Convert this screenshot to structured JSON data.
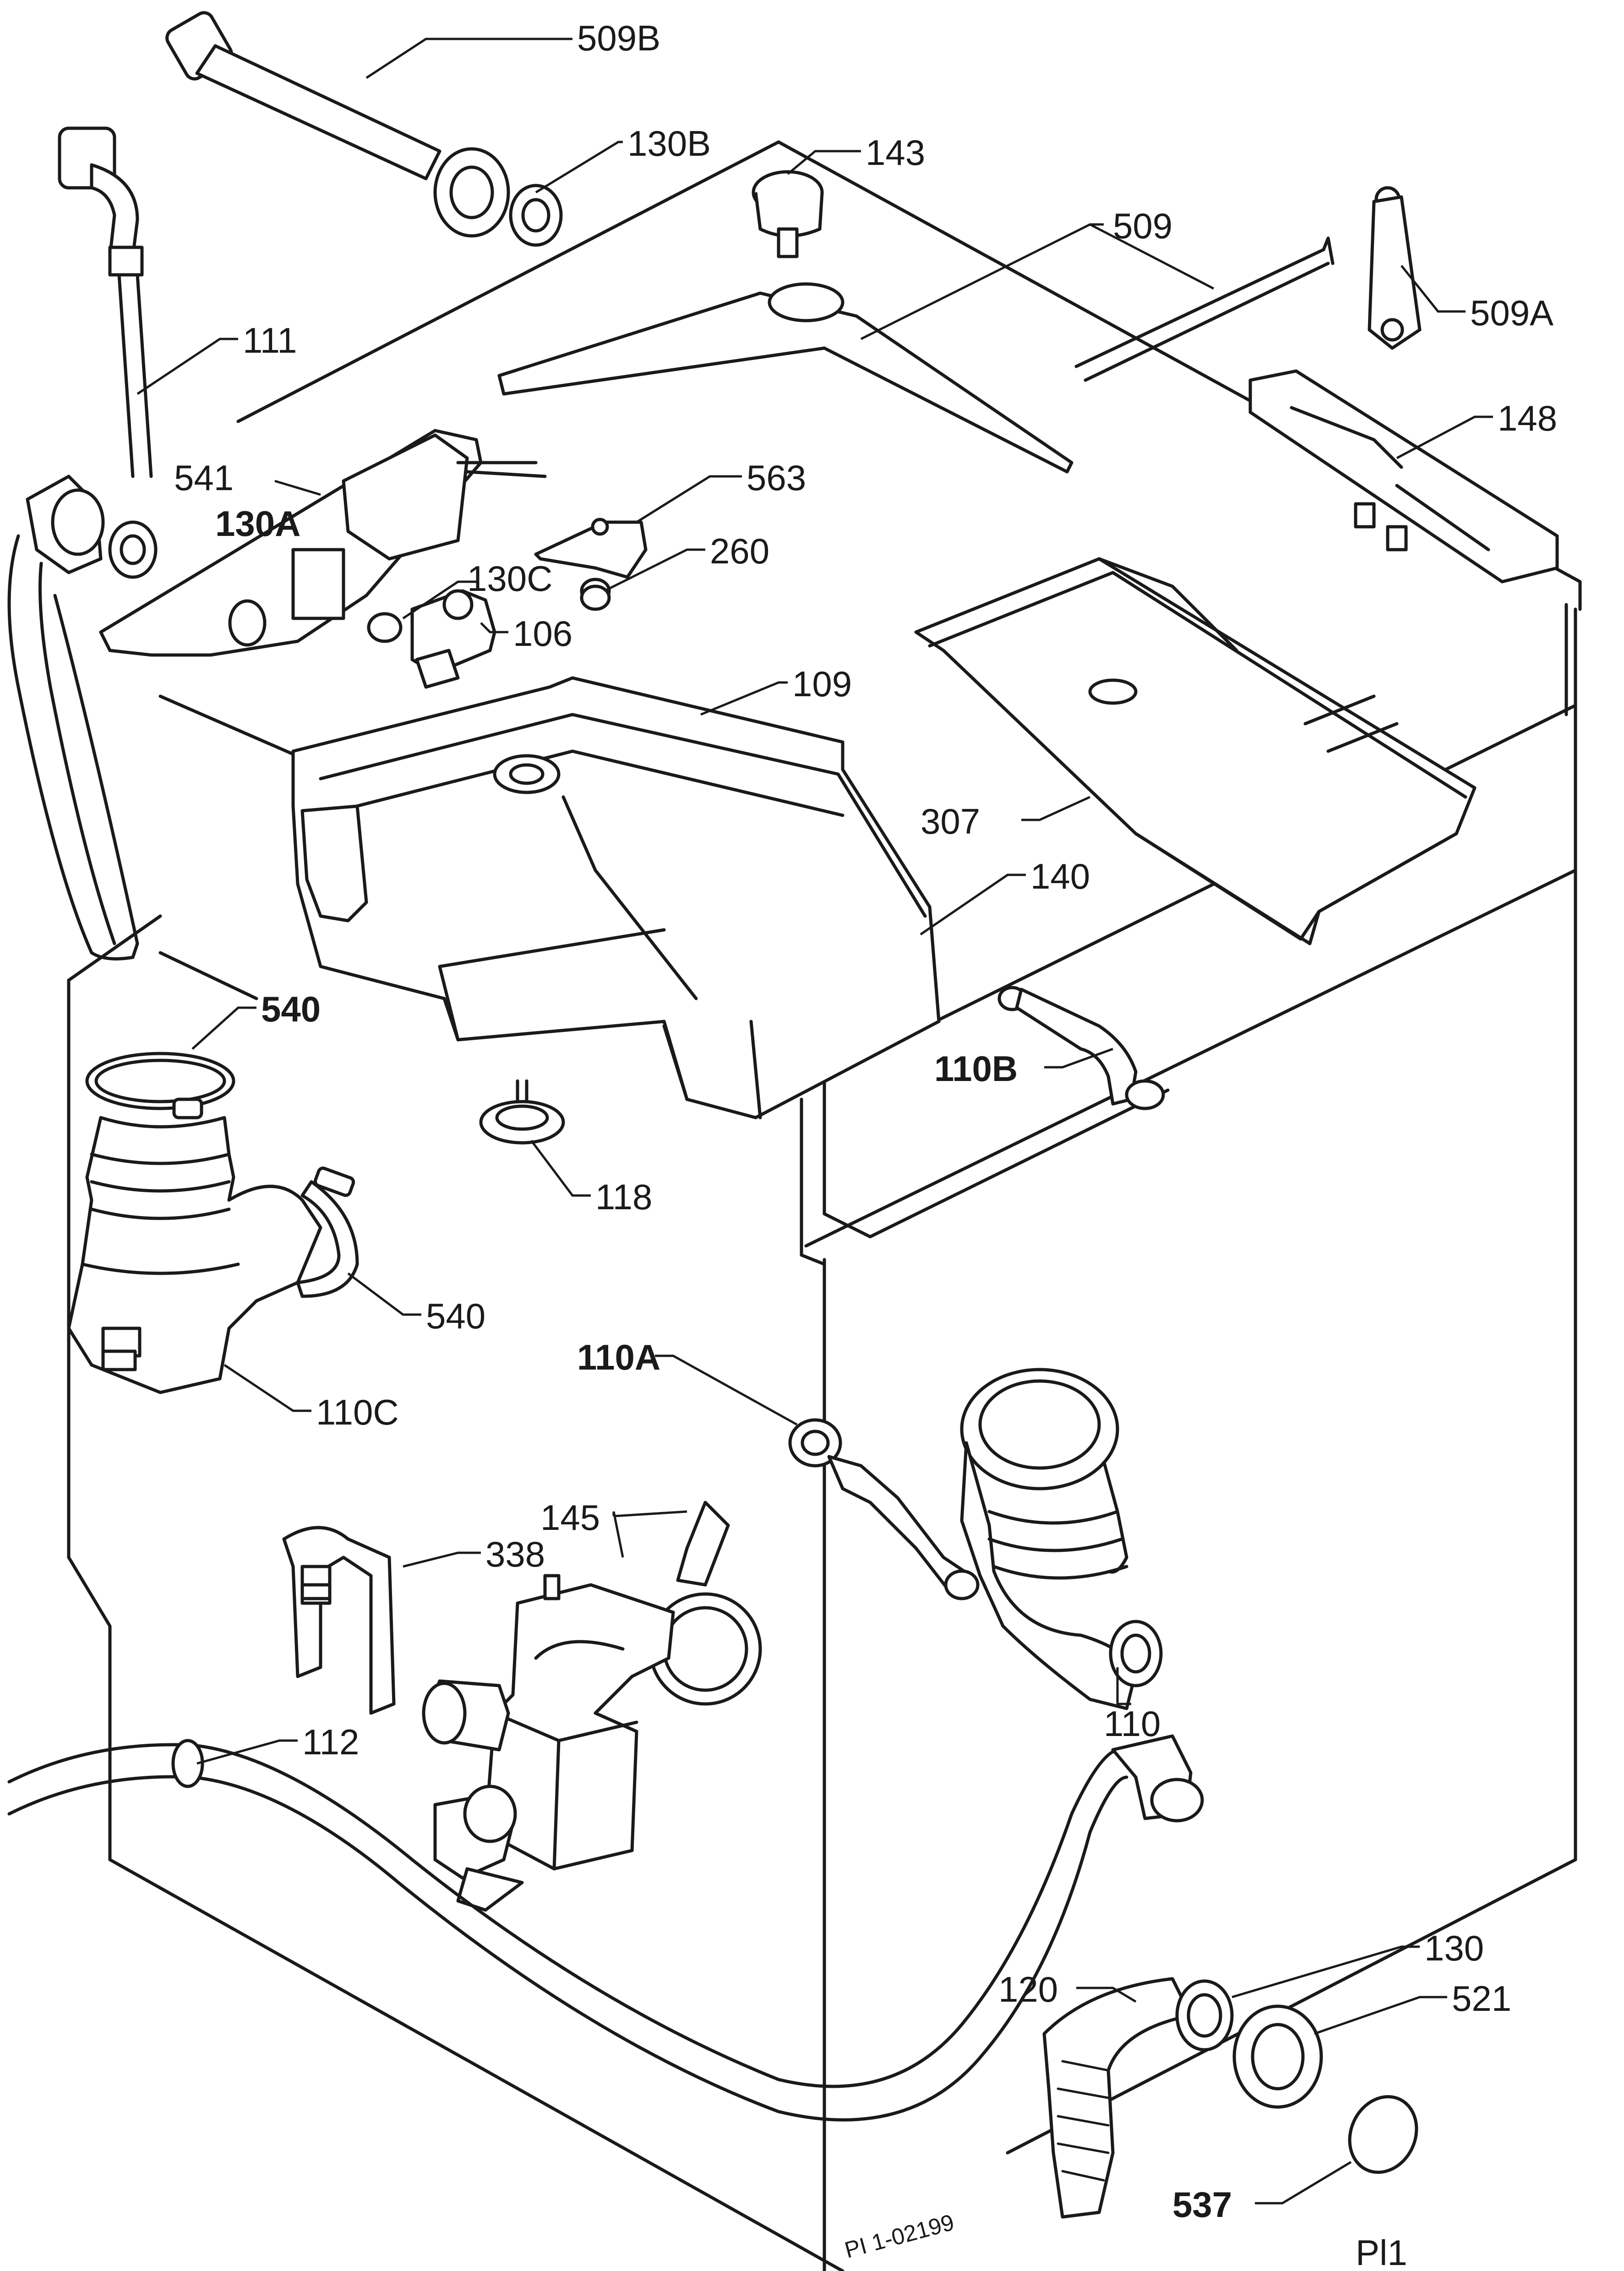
{
  "labels": {
    "l509b": "509B",
    "l130b": "130B",
    "l143": "143",
    "l509": "509",
    "l509a": "509A",
    "l111": "111",
    "l541": "541",
    "l130a": "130A",
    "l563": "563",
    "l260": "260",
    "l130c": "130C",
    "l106": "106",
    "l148": "148",
    "l109": "109",
    "l307": "307",
    "l140": "140",
    "l540a": "540",
    "l110b": "110B",
    "l118": "118",
    "l540b": "540",
    "l110c": "110C",
    "l110a": "110A",
    "l145": "145",
    "l338": "338",
    "l110": "110",
    "l112": "112",
    "l130": "130",
    "l120": "120",
    "l521": "521",
    "l537": "537",
    "l_code": "PI 1-02199",
    "l_pl1": "Pl1"
  }
}
